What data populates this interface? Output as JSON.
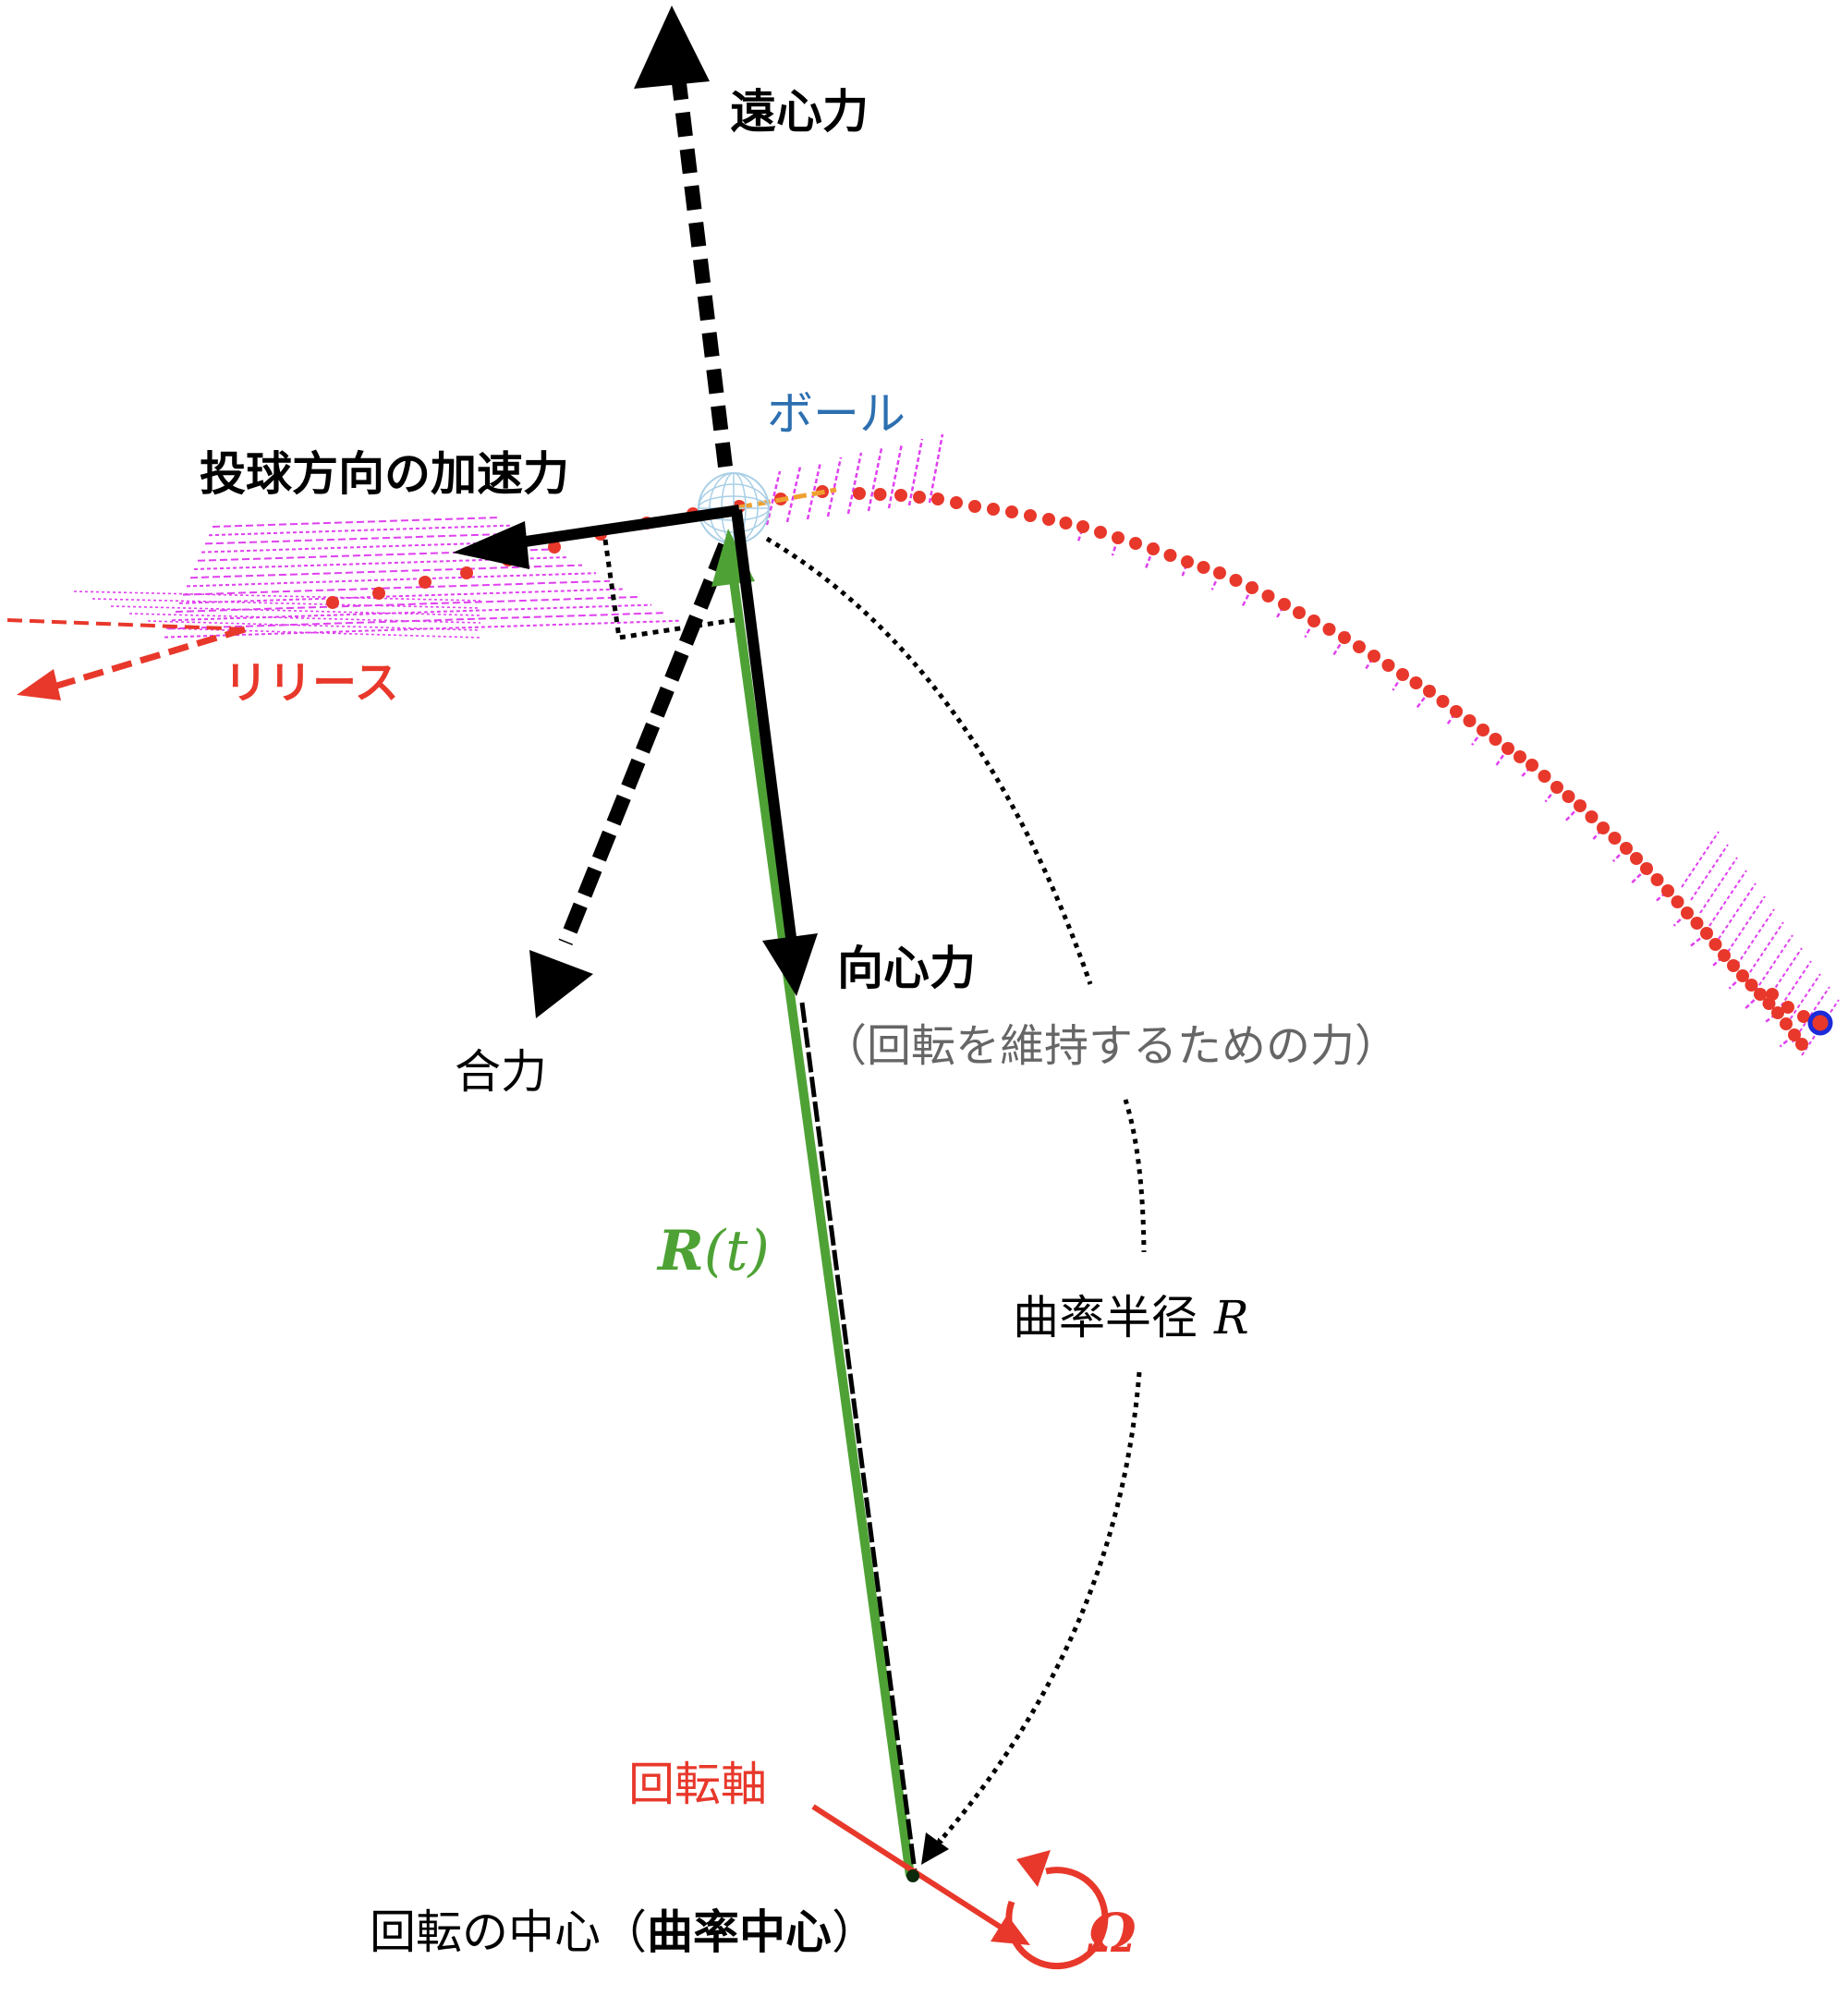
{
  "labels": {
    "ball": "ボール",
    "centrifugal_force": "遠心力",
    "throw_acceleration_force": "投球方向の加速力",
    "release": "リリース",
    "resultant_force": "合力",
    "centripetal_force": "向心力",
    "centripetal_note": "（回転を維持するための力）",
    "radius_vector_main": "R",
    "radius_vector_paren_open": "(",
    "radius_vector_t": "t",
    "radius_vector_paren_close": ")",
    "curvature_radius": "曲率半径",
    "curvature_radius_symbol": "R",
    "rotation_axis": "回転軸",
    "rotation_center": "回転の中心",
    "curvature_center_open": "（",
    "curvature_center": "曲率中心",
    "curvature_center_close": "）",
    "omega": "Ω"
  },
  "colors": {
    "black": "#000000",
    "red": "#e8382b",
    "green": "#4ea235",
    "magenta": "#e040f0",
    "ball_blue": "#2d6fb0",
    "ball_mesh": "#a8cfe6",
    "gray_text": "#666666",
    "orange": "#f0a030",
    "endpoint_blue": "#1c2bd8"
  }
}
